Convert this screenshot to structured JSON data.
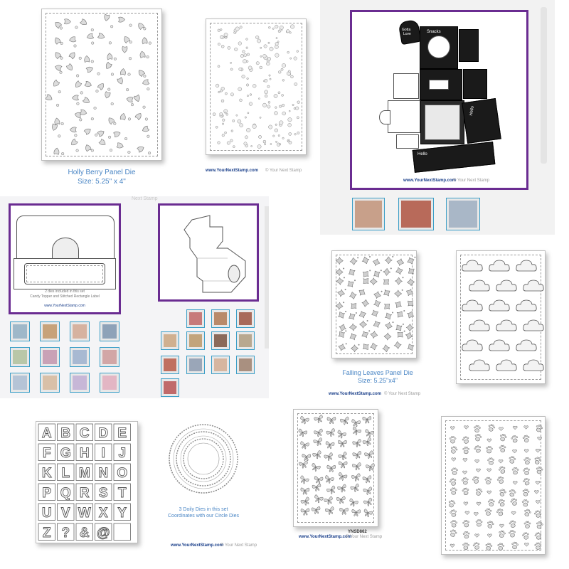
{
  "holly": {
    "title": "Holly Berry Panel Die",
    "size": "Size: 5.25\" x 4\""
  },
  "dots": {
    "site": "www.YourNextStamp.com",
    "copyright": "© Your Next Stamp"
  },
  "box": {
    "site": "www.YourNextStamp.com",
    "copyright": "© Your Next Stamp",
    "labels": [
      "Gotta",
      "Love",
      "Snacks",
      "Hello",
      "Hello"
    ]
  },
  "watermark": "Next Stamp",
  "candy": {
    "line1": "2 dies included in this set",
    "line2": "Candy Topper and Stitched Rectangle Label",
    "site": "www.YourNextStamp.com"
  },
  "leaves": {
    "title": "Falling Leaves Panel Die",
    "size": "Size: 5.25\"x4\"",
    "site": "www.YourNextStamp.com",
    "copyright": "© Your Next Stamp"
  },
  "alphabet": {
    "letters": [
      "A",
      "B",
      "C",
      "D",
      "E",
      "F",
      "G",
      "H",
      "I",
      "J",
      "K",
      "L",
      "M",
      "N",
      "O",
      "P",
      "Q",
      "R",
      "S",
      "T",
      "U",
      "V",
      "W",
      "X",
      "Y",
      "Z",
      "?",
      "&",
      "@",
      ""
    ]
  },
  "doily": {
    "line1": "3 Doily Dies in this set",
    "line2": "Coordinates with our Circle Dies",
    "site": "www.YourNextStamp.com",
    "copyright": "© Your Next Stamp"
  },
  "butterfly": {
    "code": "YNSD862",
    "site": "www.YourNextStamp.com",
    "copyright": "© Your Next Stamp"
  },
  "colors": {
    "caption_blue": "#4a86c5",
    "frame_purple": "#6a2c91",
    "thumb_border": "#3b9ec7"
  }
}
